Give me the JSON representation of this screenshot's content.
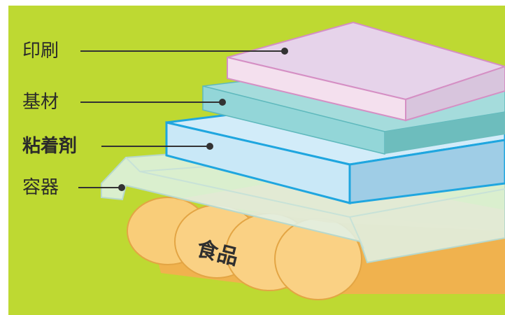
{
  "labels": {
    "print": "印刷",
    "substrate": "基材",
    "adhesive": "粘着剤",
    "container": "容器"
  },
  "food_label": "食品",
  "colors": {
    "background": "#bed932",
    "print_layer": "#e6d3ea",
    "print_edge": "#d58fc4",
    "substrate_layer": "#8fd3d5",
    "adhesive_layer": "#c9e8f7",
    "adhesive_edge": "#1fa6df",
    "container": "#d9efe7",
    "food": "#f9c870"
  }
}
